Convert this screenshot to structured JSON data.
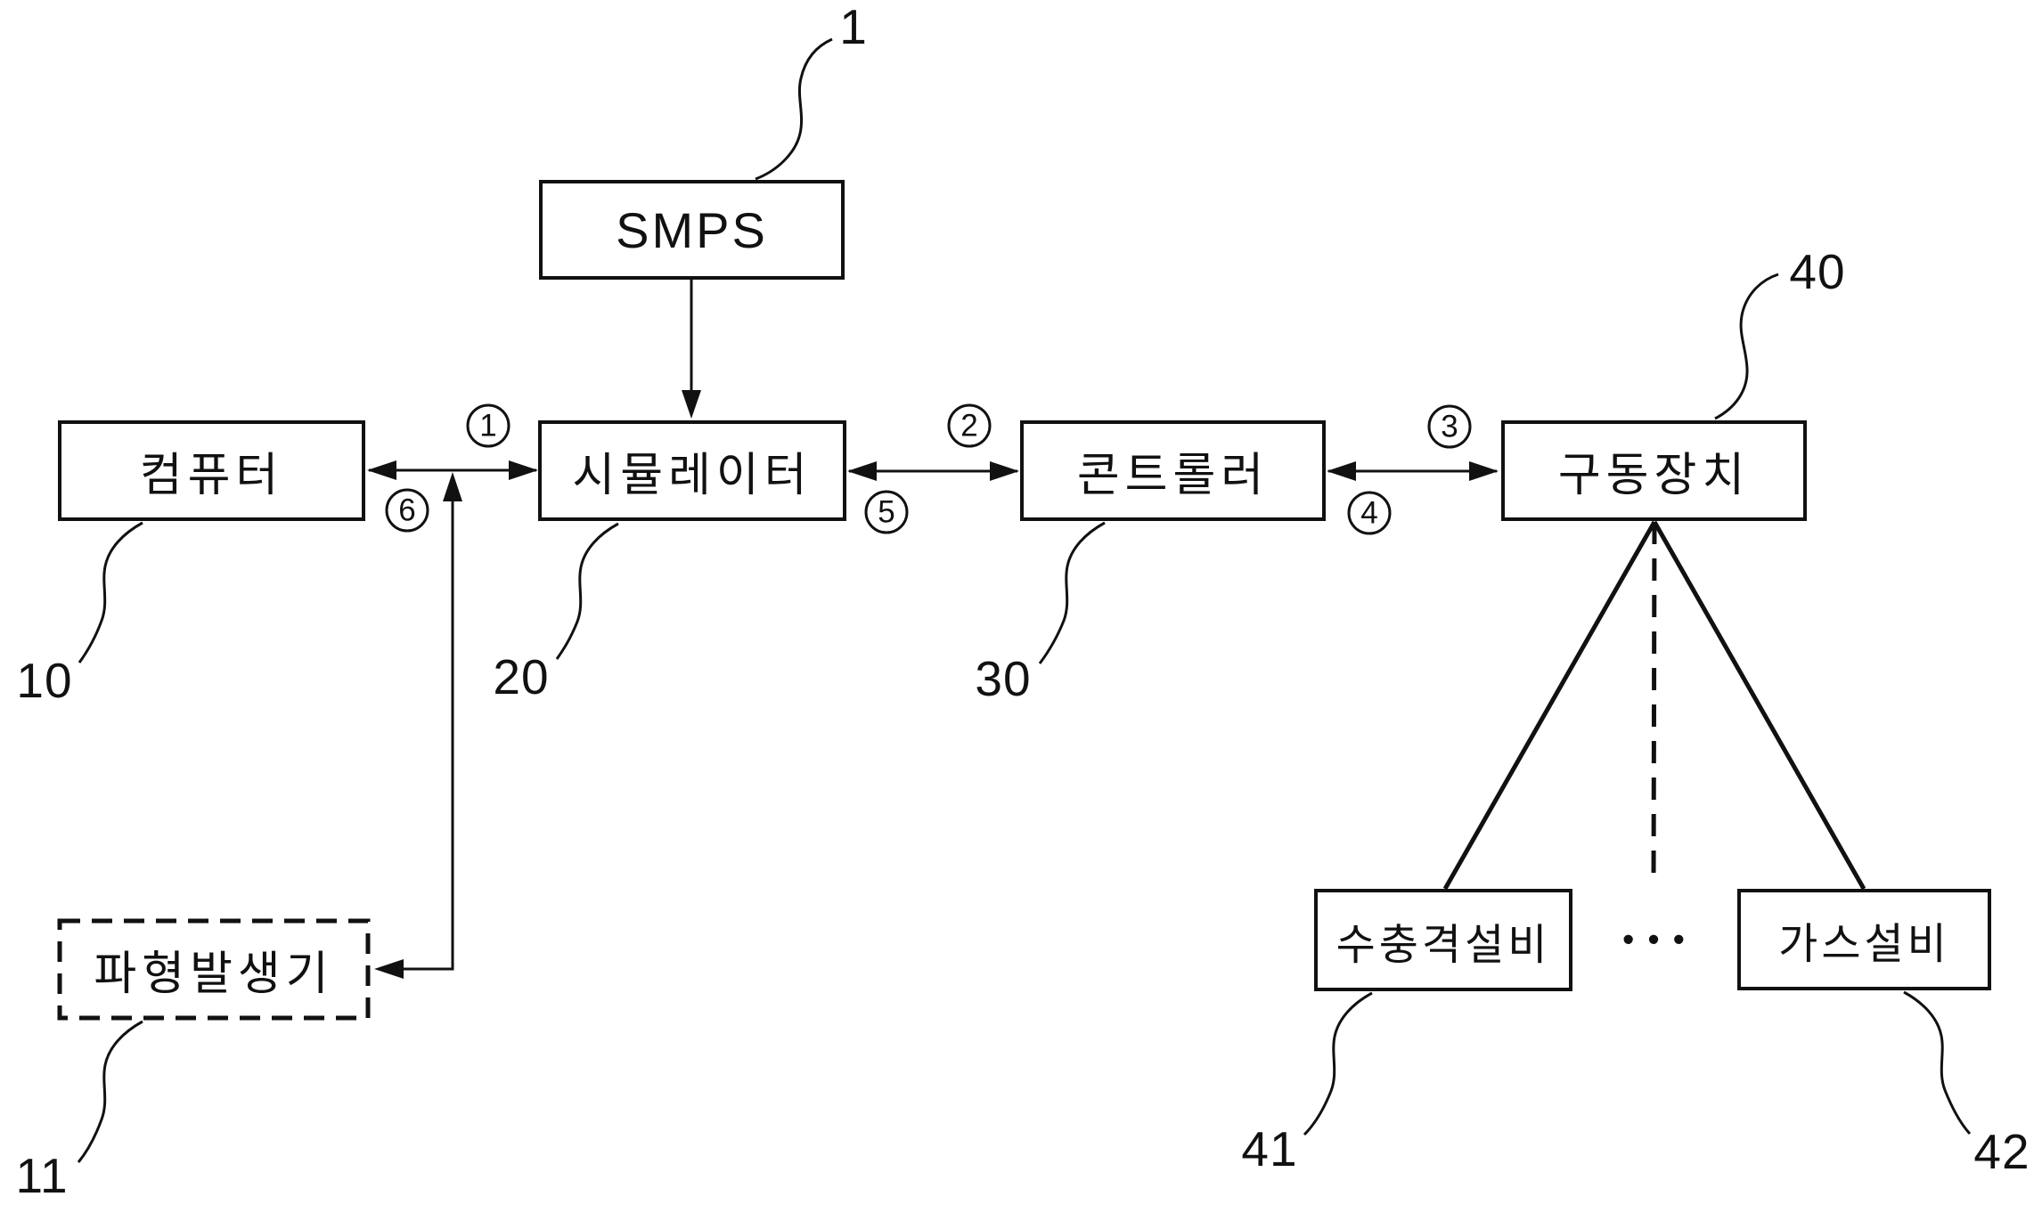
{
  "background_color": "#ffffff",
  "line_color": "#111111",
  "boxes": {
    "smps": {
      "label": "SMPS",
      "ref": "1"
    },
    "computer": {
      "label": "컴퓨터",
      "ref": "10"
    },
    "simulator": {
      "label": "시뮬레이터",
      "ref": "20"
    },
    "controller": {
      "label": "콘트롤러",
      "ref": "30"
    },
    "drive": {
      "label": "구동장치",
      "ref": "40"
    },
    "waveform_generator": {
      "label": "파형발생기",
      "ref": "11"
    },
    "water_hammer": {
      "label": "수충격설비",
      "ref": "41"
    },
    "gas": {
      "label": "가스설비",
      "ref": "42"
    }
  },
  "steps": [
    "1",
    "2",
    "3",
    "4",
    "5",
    "6"
  ],
  "ellipsis": "•••"
}
